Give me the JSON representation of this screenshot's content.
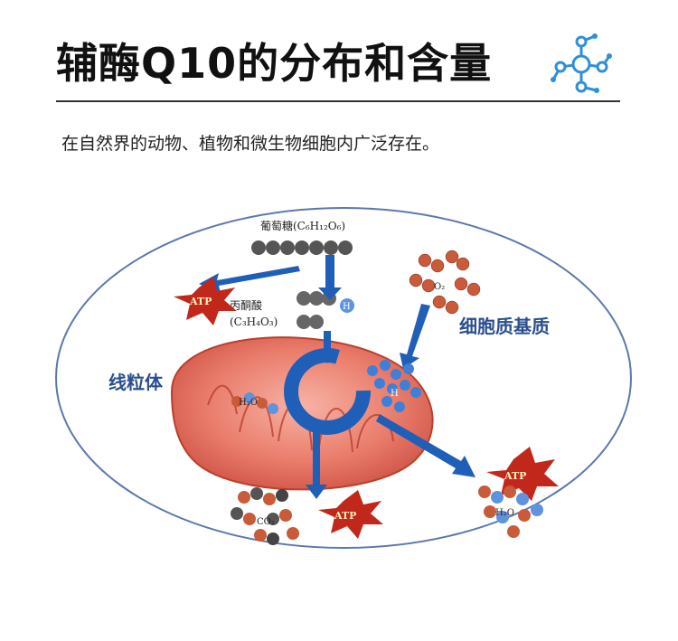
{
  "header": {
    "title": "辅酶Q10的分布和含量",
    "icon": "molecule-icon",
    "accent_color": "#2f8fd8"
  },
  "subtitle": "在自然界的动物、植物和微生物细胞内广泛存在。",
  "diagram": {
    "labels": {
      "glucose": "葡萄糖(C₆H₁₂O₆)",
      "pyruvate_line1": "丙酮酸",
      "pyruvate_line2": "(C₃H₄O₃)",
      "cytoplasm": "细胞质基质",
      "mitochondria": "线粒体",
      "atp": "ATP",
      "h_label": "H",
      "o2_label": "O₂",
      "h2o_label": "H₂O",
      "co2_label": "CO₂"
    },
    "colors": {
      "arrow": "#1f5fb8",
      "mito": "#e8776a",
      "atp_star": "#c1271b",
      "cell_outline": "#5a78b0"
    }
  }
}
